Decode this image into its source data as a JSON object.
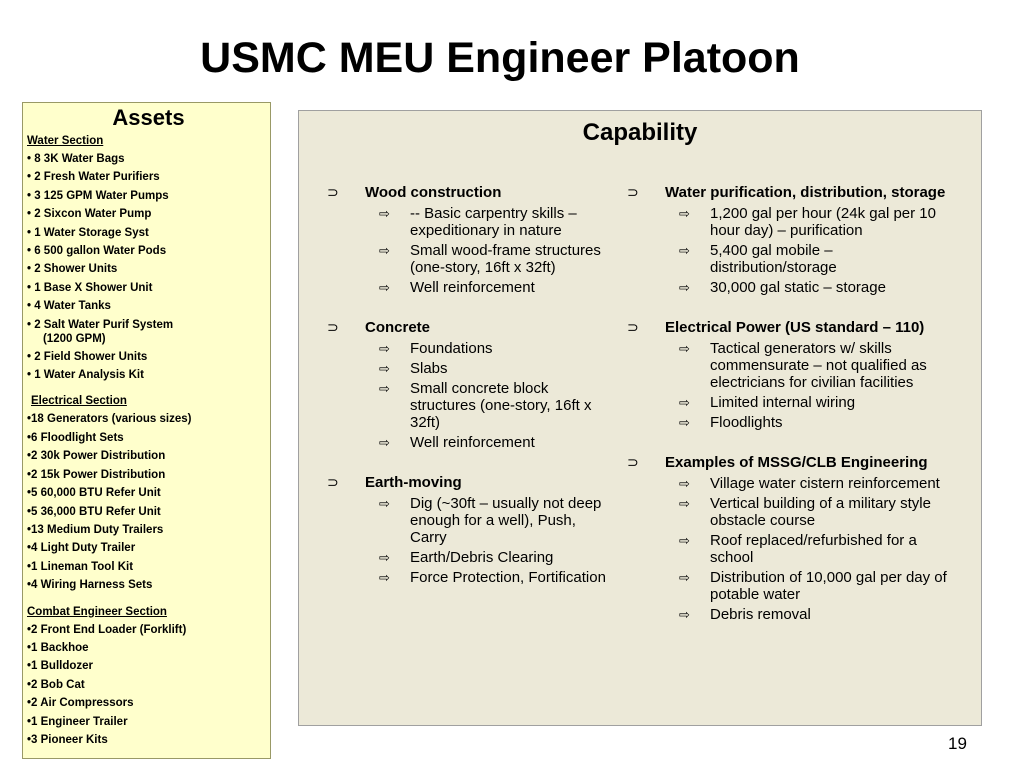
{
  "title": "USMC MEU Engineer Platoon",
  "assets": {
    "heading": "Assets",
    "sections": [
      {
        "name": "Water Section",
        "items": [
          "• 8 3K Water Bags",
          "• 2 Fresh Water Purifiers",
          "• 3 125 GPM Water Pumps",
          "• 2 Sixcon Water Pump",
          "• 1 Water Storage Syst",
          "• 6 500 gallon Water Pods",
          "• 2 Shower Units",
          "• 1 Base X Shower Unit",
          "• 4 Water Tanks",
          "• 2 Salt Water Purif System\n     (1200 GPM)",
          "• 2 Field Shower Units",
          "• 1 Water Analysis Kit"
        ]
      },
      {
        "name": "Electrical Section",
        "items": [
          "•18 Generators (various sizes)",
          "•6 Floodlight Sets",
          "•2 30k Power Distribution",
          "•2 15k Power Distribution",
          "•5 60,000 BTU Refer Unit",
          "•5 36,000 BTU Refer Unit",
          "•13 Medium Duty Trailers",
          "•4 Light Duty Trailer",
          "•1 Lineman Tool Kit",
          "•4 Wiring Harness Sets"
        ]
      },
      {
        "name": "Combat Engineer Section",
        "items": [
          "•2 Front End Loader (Forklift)",
          "•1 Backhoe",
          "•1 Bulldozer",
          "•2 Bob Cat",
          "•2 Air Compressors",
          "•1 Engineer Trailer",
          "•3 Pioneer Kits"
        ]
      }
    ]
  },
  "capability": {
    "heading": "Capability",
    "left": [
      {
        "head": "Wood construction",
        "subs": [
          "-- Basic carpentry skills – expeditionary in nature",
          "Small wood-frame structures (one-story, 16ft x 32ft)",
          "Well reinforcement"
        ]
      },
      {
        "head": "Concrete",
        "subs": [
          "Foundations",
          "Slabs",
          "Small concrete block structures (one-story, 16ft x 32ft)",
          "Well reinforcement"
        ]
      },
      {
        "head": "Earth-moving",
        "subs": [
          "Dig (~30ft – usually not deep enough for a well), Push, Carry",
          "Earth/Debris Clearing",
          "Force Protection, Fortification"
        ]
      }
    ],
    "right": [
      {
        "head": "Water purification, distribution, storage",
        "subs": [
          "1,200 gal per hour (24k gal per 10 hour day) – purification",
          "5,400 gal mobile – distribution/storage",
          "30,000 gal static – storage"
        ]
      },
      {
        "head": "Electrical Power (US standard – 110)",
        "subs": [
          "Tactical generators w/ skills commensurate – not qualified as electricians for civilian facilities",
          "Limited internal wiring",
          "Floodlights"
        ]
      },
      {
        "head": "Examples of MSSG/CLB Engineering",
        "subs": [
          "Village water cistern reinforcement",
          "Vertical building of a military style obstacle course",
          "Roof replaced/refurbished for a school",
          "Distribution of 10,000 gal per day of potable water",
          "Debris removal"
        ]
      }
    ]
  },
  "icons": {
    "group_bullet": "⊃",
    "sub_bullet": "⇨"
  },
  "page_number": "19"
}
